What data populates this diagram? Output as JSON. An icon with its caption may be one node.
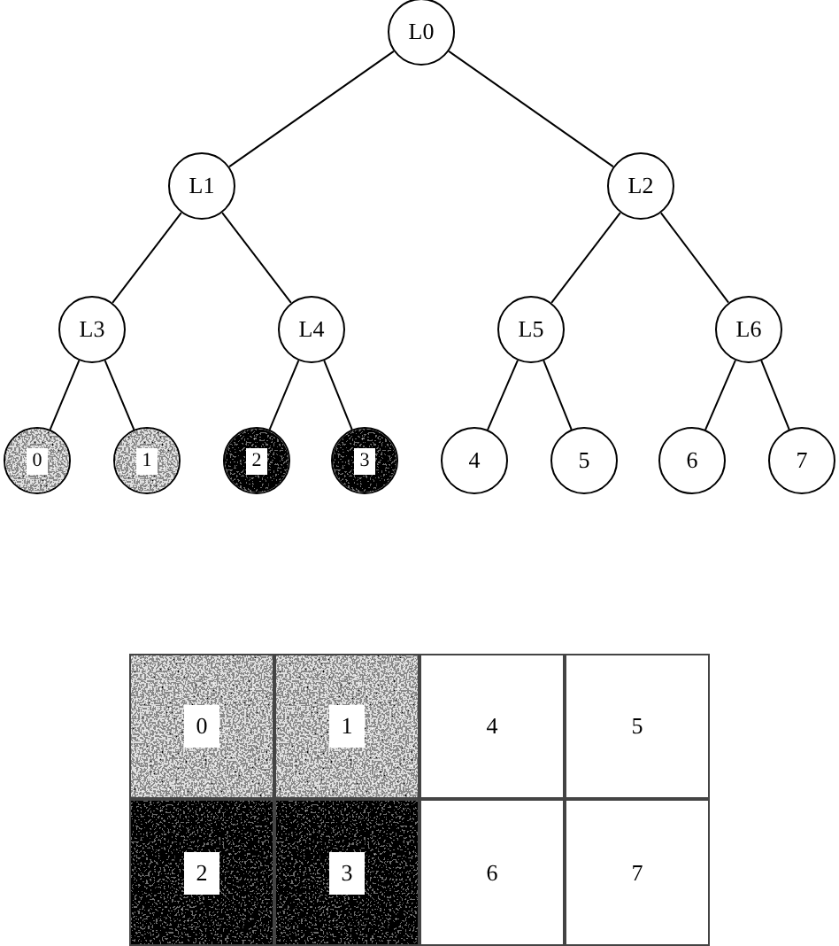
{
  "diagram": {
    "nodes": [
      {
        "text": [
          "L0"
        ]
      },
      {
        "text": [
          "L1"
        ]
      },
      {
        "text": [
          "L2"
        ]
      },
      {
        "text": [
          "L3"
        ]
      },
      {
        "text": [
          "L4"
        ]
      },
      {
        "text": [
          "L5"
        ]
      },
      {
        "text": [
          "L6"
        ]
      },
      {
        "text": [
          "0"
        ]
      },
      {
        "text": [
          "1"
        ]
      },
      {
        "text": [
          "2"
        ]
      },
      {
        "text": [
          "3"
        ]
      },
      {
        "text": [
          "4"
        ]
      },
      {
        "text": [
          "5"
        ]
      },
      {
        "text": [
          "6"
        ]
      },
      {
        "text": [
          "7"
        ]
      },
      {
        "text": [
          "0"
        ]
      },
      {
        "text": [
          "1"
        ]
      },
      {
        "text": [
          "4"
        ]
      },
      {
        "text": [
          "5"
        ]
      },
      {
        "text": [
          "2"
        ]
      },
      {
        "text": [
          "3"
        ]
      },
      {
        "text": [
          "6"
        ]
      },
      {
        "text": [
          "7"
        ]
      }
    ],
    "edges": [
      {
        "from": 0,
        "to": 1,
        "arrow": "none"
      },
      {
        "from": 0,
        "to": 2,
        "arrow": "none"
      },
      {
        "from": 1,
        "to": 3,
        "arrow": "none"
      },
      {
        "from": 1,
        "to": 4,
        "arrow": "none"
      },
      {
        "from": 2,
        "to": 5,
        "arrow": "none"
      },
      {
        "from": 2,
        "to": 6,
        "arrow": "none"
      },
      {
        "from": 3,
        "to": 7,
        "arrow": "none"
      },
      {
        "from": 3,
        "to": 8,
        "arrow": "none"
      },
      {
        "from": 4,
        "to": 9,
        "arrow": "none"
      },
      {
        "from": 4,
        "to": 10,
        "arrow": "none"
      },
      {
        "from": 5,
        "to": 11,
        "arrow": "none"
      },
      {
        "from": 5,
        "to": 12,
        "arrow": "none"
      },
      {
        "from": 6,
        "to": 13,
        "arrow": "none"
      },
      {
        "from": 6,
        "to": 14,
        "arrow": "none"
      }
    ]
  }
}
